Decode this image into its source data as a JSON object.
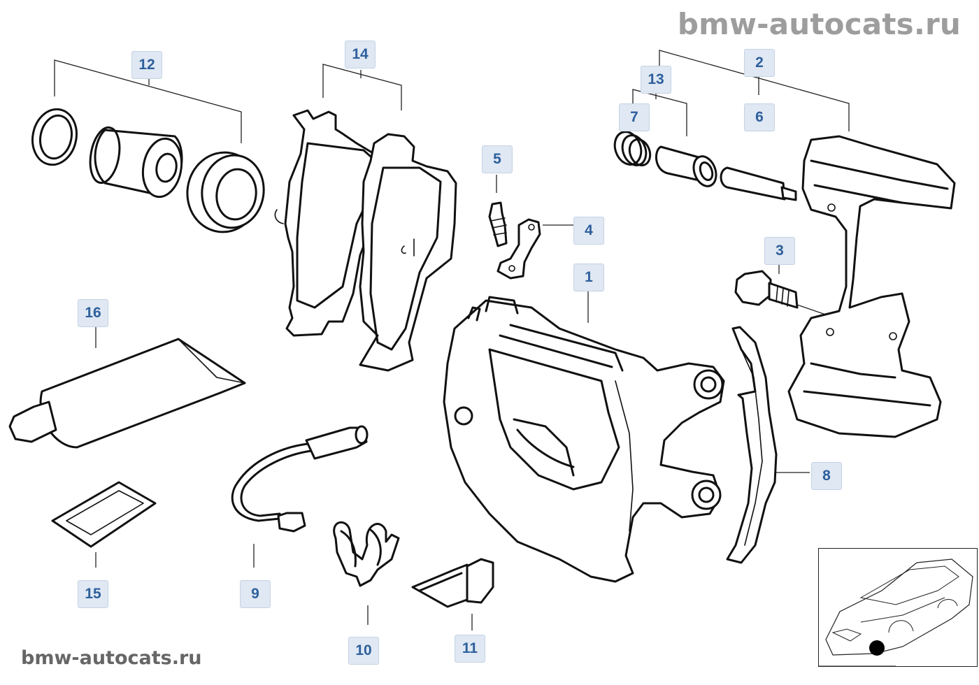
{
  "watermark": {
    "top": "bmw-autocats.ru",
    "bottom": "bmw-autocats.ru"
  },
  "callouts": {
    "c1": "1",
    "c2": "2",
    "c3": "3",
    "c4": "4",
    "c5": "5",
    "c6": "6",
    "c7": "7",
    "c8": "8",
    "c9": "9",
    "c10": "10",
    "c11": "11",
    "c12": "12",
    "c13": "13",
    "c14": "14",
    "c15": "15",
    "c16": "16"
  },
  "colors": {
    "callout_bg": "#dfe8f3",
    "callout_text": "#2e5f9c",
    "line": "#111111",
    "watermark": "#9d9d9d",
    "locator_dot": "#000000"
  },
  "icons": {
    "locator": "car-location-icon"
  }
}
